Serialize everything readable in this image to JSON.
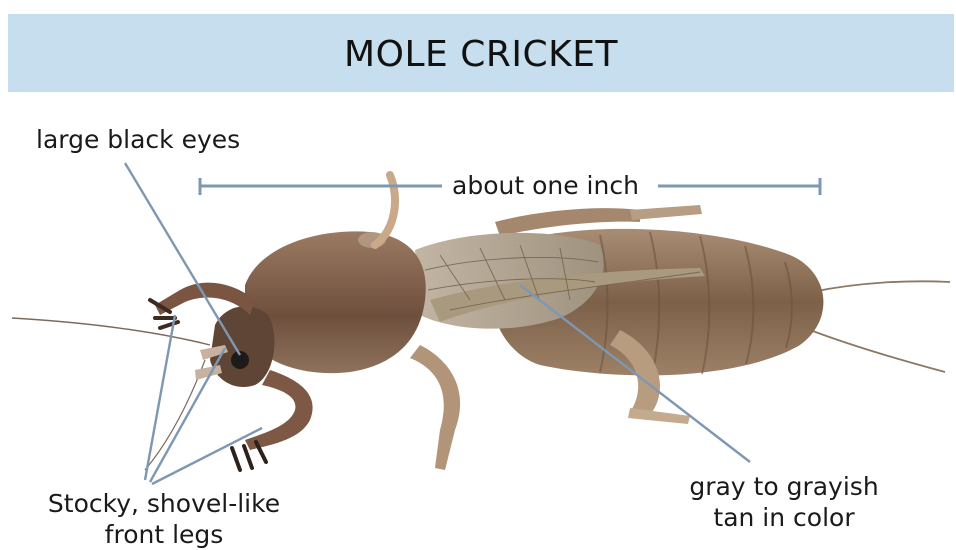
{
  "title": "MOLE CRICKET",
  "labels": {
    "eyes": "large black eyes",
    "size": "about one inch",
    "legs_line1": "Stocky, shovel-like",
    "legs_line2": "front legs",
    "color_line1": "gray to grayish",
    "color_line2": "tan in color"
  },
  "colors": {
    "banner": "#c6deee",
    "callout_line": "#7e97b2",
    "body_brown": "#8a6a54",
    "wing_gray": "#b7aa98"
  }
}
